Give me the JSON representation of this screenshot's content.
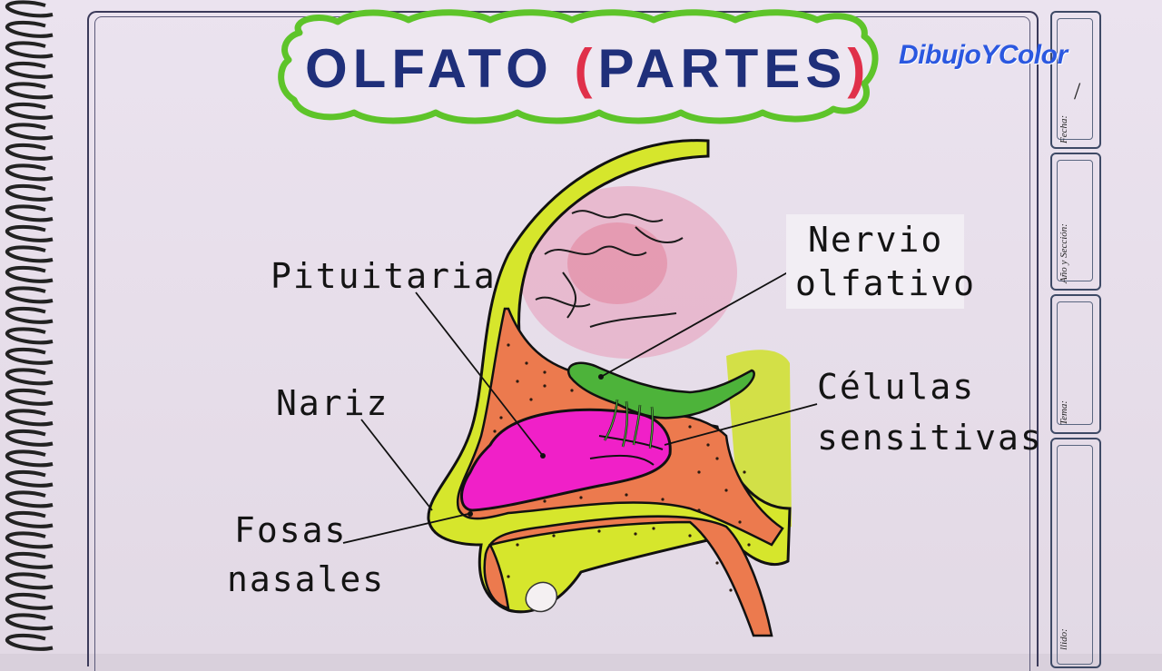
{
  "title": {
    "main": "OLFATO",
    "open_paren": "(",
    "sub": "PARTES",
    "close_paren": ")"
  },
  "brand": "DibujoYColor",
  "labels": {
    "pituitaria": "Pituitaria",
    "nariz": "Nariz",
    "fosas_line1": "Fosas",
    "fosas_line2": "nasales",
    "nervio_line1": "Nervio",
    "nervio_line2": "olfativo",
    "celulas_line1": "Células",
    "celulas_line2": "sensitivas"
  },
  "side_panel": {
    "fecha": "Fecha:",
    "fecha_mark": "/",
    "anio_seccion": "Año y Sección:",
    "tema": "Tema:",
    "apellido": "llido:"
  },
  "colors": {
    "title_text": "#1f2f7a",
    "title_paren": "#e0304a",
    "cloud_outline": "#5ec42a",
    "brand": "#2b58e0",
    "yellow_green": "#cfe02a",
    "orange_tissue": "#ec7a4e",
    "magenta_cavity": "#f020c8",
    "nerve_green": "#4db33a",
    "brain_pink": "#e89ab8"
  }
}
